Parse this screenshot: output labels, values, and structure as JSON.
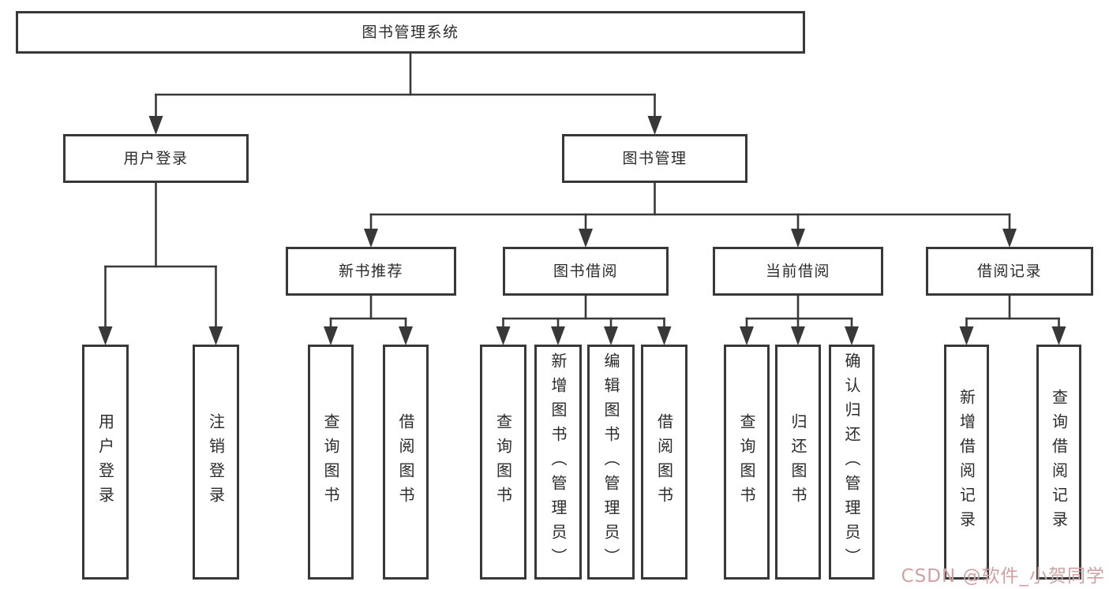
{
  "diagram": {
    "title": "图书管理系统",
    "line_color": "#383838",
    "border_color": "#383838",
    "background": "#ffffff",
    "nodes": {
      "root": "图书管理系统",
      "login": "用户登录",
      "mgmt": "图书管理",
      "recommend": "新书推荐",
      "borrow": "图书借阅",
      "current": "当前借阅",
      "record": "借阅记录",
      "login-user": "用户登录",
      "login-logout": "注销登录",
      "rec-query": "查询图书",
      "rec-borrow": "借阅图书",
      "bor-query": "查询图书",
      "bor-add": "新增图书（管理员）",
      "bor-edit": "编辑图书（管理员）",
      "bor-borrow": "借阅图书",
      "cur-query": "查询图书",
      "cur-return": "归还图书",
      "cur-confirm": "确认归还（管理员）",
      "rec2-add": "新增借阅记录",
      "rec2-query": "查询借阅记录"
    },
    "structure": {
      "label": "图书管理系统",
      "children": [
        {
          "label": "用户登录",
          "children": [
            {
              "label": "用户登录"
            },
            {
              "label": "注销登录"
            }
          ]
        },
        {
          "label": "图书管理",
          "children": [
            {
              "label": "新书推荐",
              "children": [
                {
                  "label": "查询图书"
                },
                {
                  "label": "借阅图书"
                }
              ]
            },
            {
              "label": "图书借阅",
              "children": [
                {
                  "label": "查询图书"
                },
                {
                  "label": "新增图书（管理员）"
                },
                {
                  "label": "编辑图书（管理员）"
                },
                {
                  "label": "借阅图书"
                }
              ]
            },
            {
              "label": "当前借阅",
              "children": [
                {
                  "label": "查询图书"
                },
                {
                  "label": "归还图书"
                },
                {
                  "label": "确认归还（管理员）"
                }
              ]
            },
            {
              "label": "借阅记录",
              "children": [
                {
                  "label": "新增借阅记录"
                },
                {
                  "label": "查询借阅记录"
                }
              ]
            }
          ]
        }
      ]
    },
    "watermark": {
      "text": "CSDN @软件_小贺同学",
      "color": "#cfa2a2"
    }
  }
}
